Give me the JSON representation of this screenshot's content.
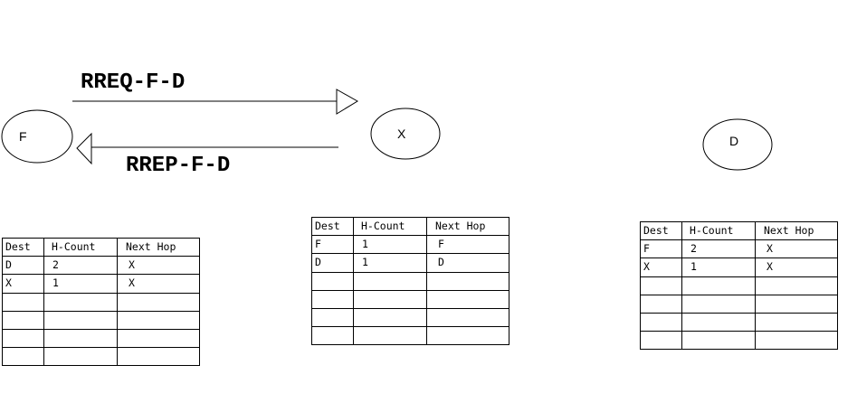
{
  "nodes": {
    "F": "F",
    "X": "X",
    "D": "D"
  },
  "messages": {
    "rreq": "RREQ-F-D",
    "rrep": "RREP-F-D"
  },
  "tables": {
    "F": {
      "headers": [
        "Dest",
        "H-Count",
        "Next Hop"
      ],
      "rows": [
        [
          "D",
          "2",
          "X"
        ],
        [
          "X",
          "1",
          "X"
        ],
        [
          "",
          "",
          ""
        ],
        [
          "",
          "",
          ""
        ],
        [
          "",
          "",
          ""
        ],
        [
          "",
          "",
          ""
        ]
      ]
    },
    "X": {
      "headers": [
        "Dest",
        "H-Count",
        "Next Hop"
      ],
      "rows": [
        [
          "F",
          "1",
          "F"
        ],
        [
          "D",
          "1",
          "D"
        ],
        [
          "",
          "",
          ""
        ],
        [
          "",
          "",
          ""
        ],
        [
          "",
          "",
          ""
        ],
        [
          "",
          "",
          ""
        ]
      ]
    },
    "D": {
      "headers": [
        "Dest",
        "H-Count",
        "Next Hop"
      ],
      "rows": [
        [
          "F",
          "2",
          "X"
        ],
        [
          "X",
          "1",
          "X"
        ],
        [
          "",
          "",
          ""
        ],
        [
          "",
          "",
          ""
        ],
        [
          "",
          "",
          ""
        ],
        [
          "",
          "",
          ""
        ]
      ]
    }
  }
}
